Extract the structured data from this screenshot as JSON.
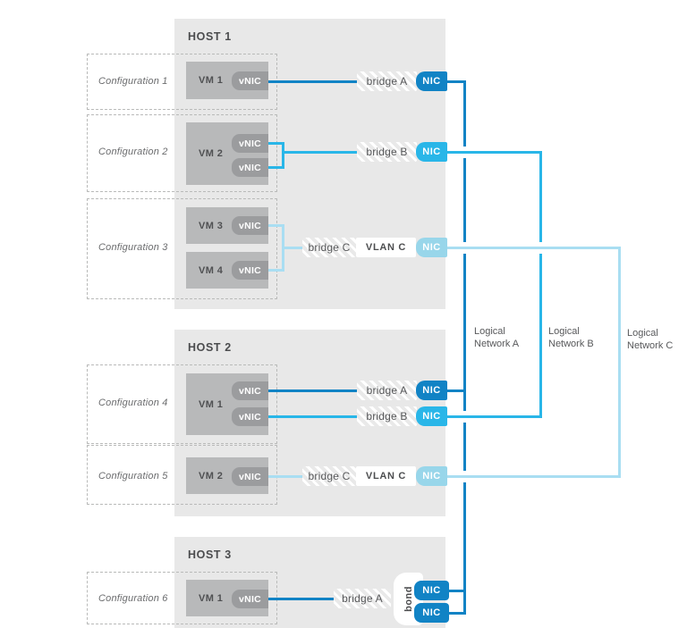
{
  "colors": {
    "network_a": "#1183c5",
    "network_b": "#29b6e8",
    "network_c": "#a9def2",
    "nic_c_badge": "#98d6ea",
    "host_bg": "#e8e8e8",
    "vm_bg": "#b8b9ba",
    "vnic_bg": "#9b9c9e"
  },
  "labels": {
    "vnic": "vNIC",
    "nic": "NIC",
    "bond": "bond"
  },
  "hosts": [
    {
      "title": "HOST 1"
    },
    {
      "title": "HOST 2"
    },
    {
      "title": "HOST 3"
    }
  ],
  "configurations": [
    {
      "label": "Configuration 1",
      "vms": [
        {
          "name": "VM 1"
        }
      ],
      "bridges": [
        "bridge A"
      ]
    },
    {
      "label": "Configuration 2",
      "vms": [
        {
          "name": "VM 2"
        }
      ],
      "bridges": [
        "bridge B"
      ]
    },
    {
      "label": "Configuration 3",
      "vms": [
        {
          "name": "VM 3"
        },
        {
          "name": "VM 4"
        }
      ],
      "bridges": [
        "bridge C"
      ],
      "vlan": "VLAN C"
    },
    {
      "label": "Configuration 4",
      "vms": [
        {
          "name": "VM 1"
        }
      ],
      "bridges": [
        "bridge A",
        "bridge B"
      ]
    },
    {
      "label": "Configuration 5",
      "vms": [
        {
          "name": "VM 2"
        }
      ],
      "bridges": [
        "bridge C"
      ],
      "vlan": "VLAN C"
    },
    {
      "label": "Configuration 6",
      "vms": [
        {
          "name": "VM 1"
        }
      ],
      "bridges": [
        "bridge A"
      ],
      "bond": "bond"
    }
  ],
  "logical_networks": [
    {
      "line1": "Logical",
      "line2": "Network A"
    },
    {
      "line1": "Logical",
      "line2": "Network B"
    },
    {
      "line1": "Logical",
      "line2": "Network C"
    }
  ]
}
